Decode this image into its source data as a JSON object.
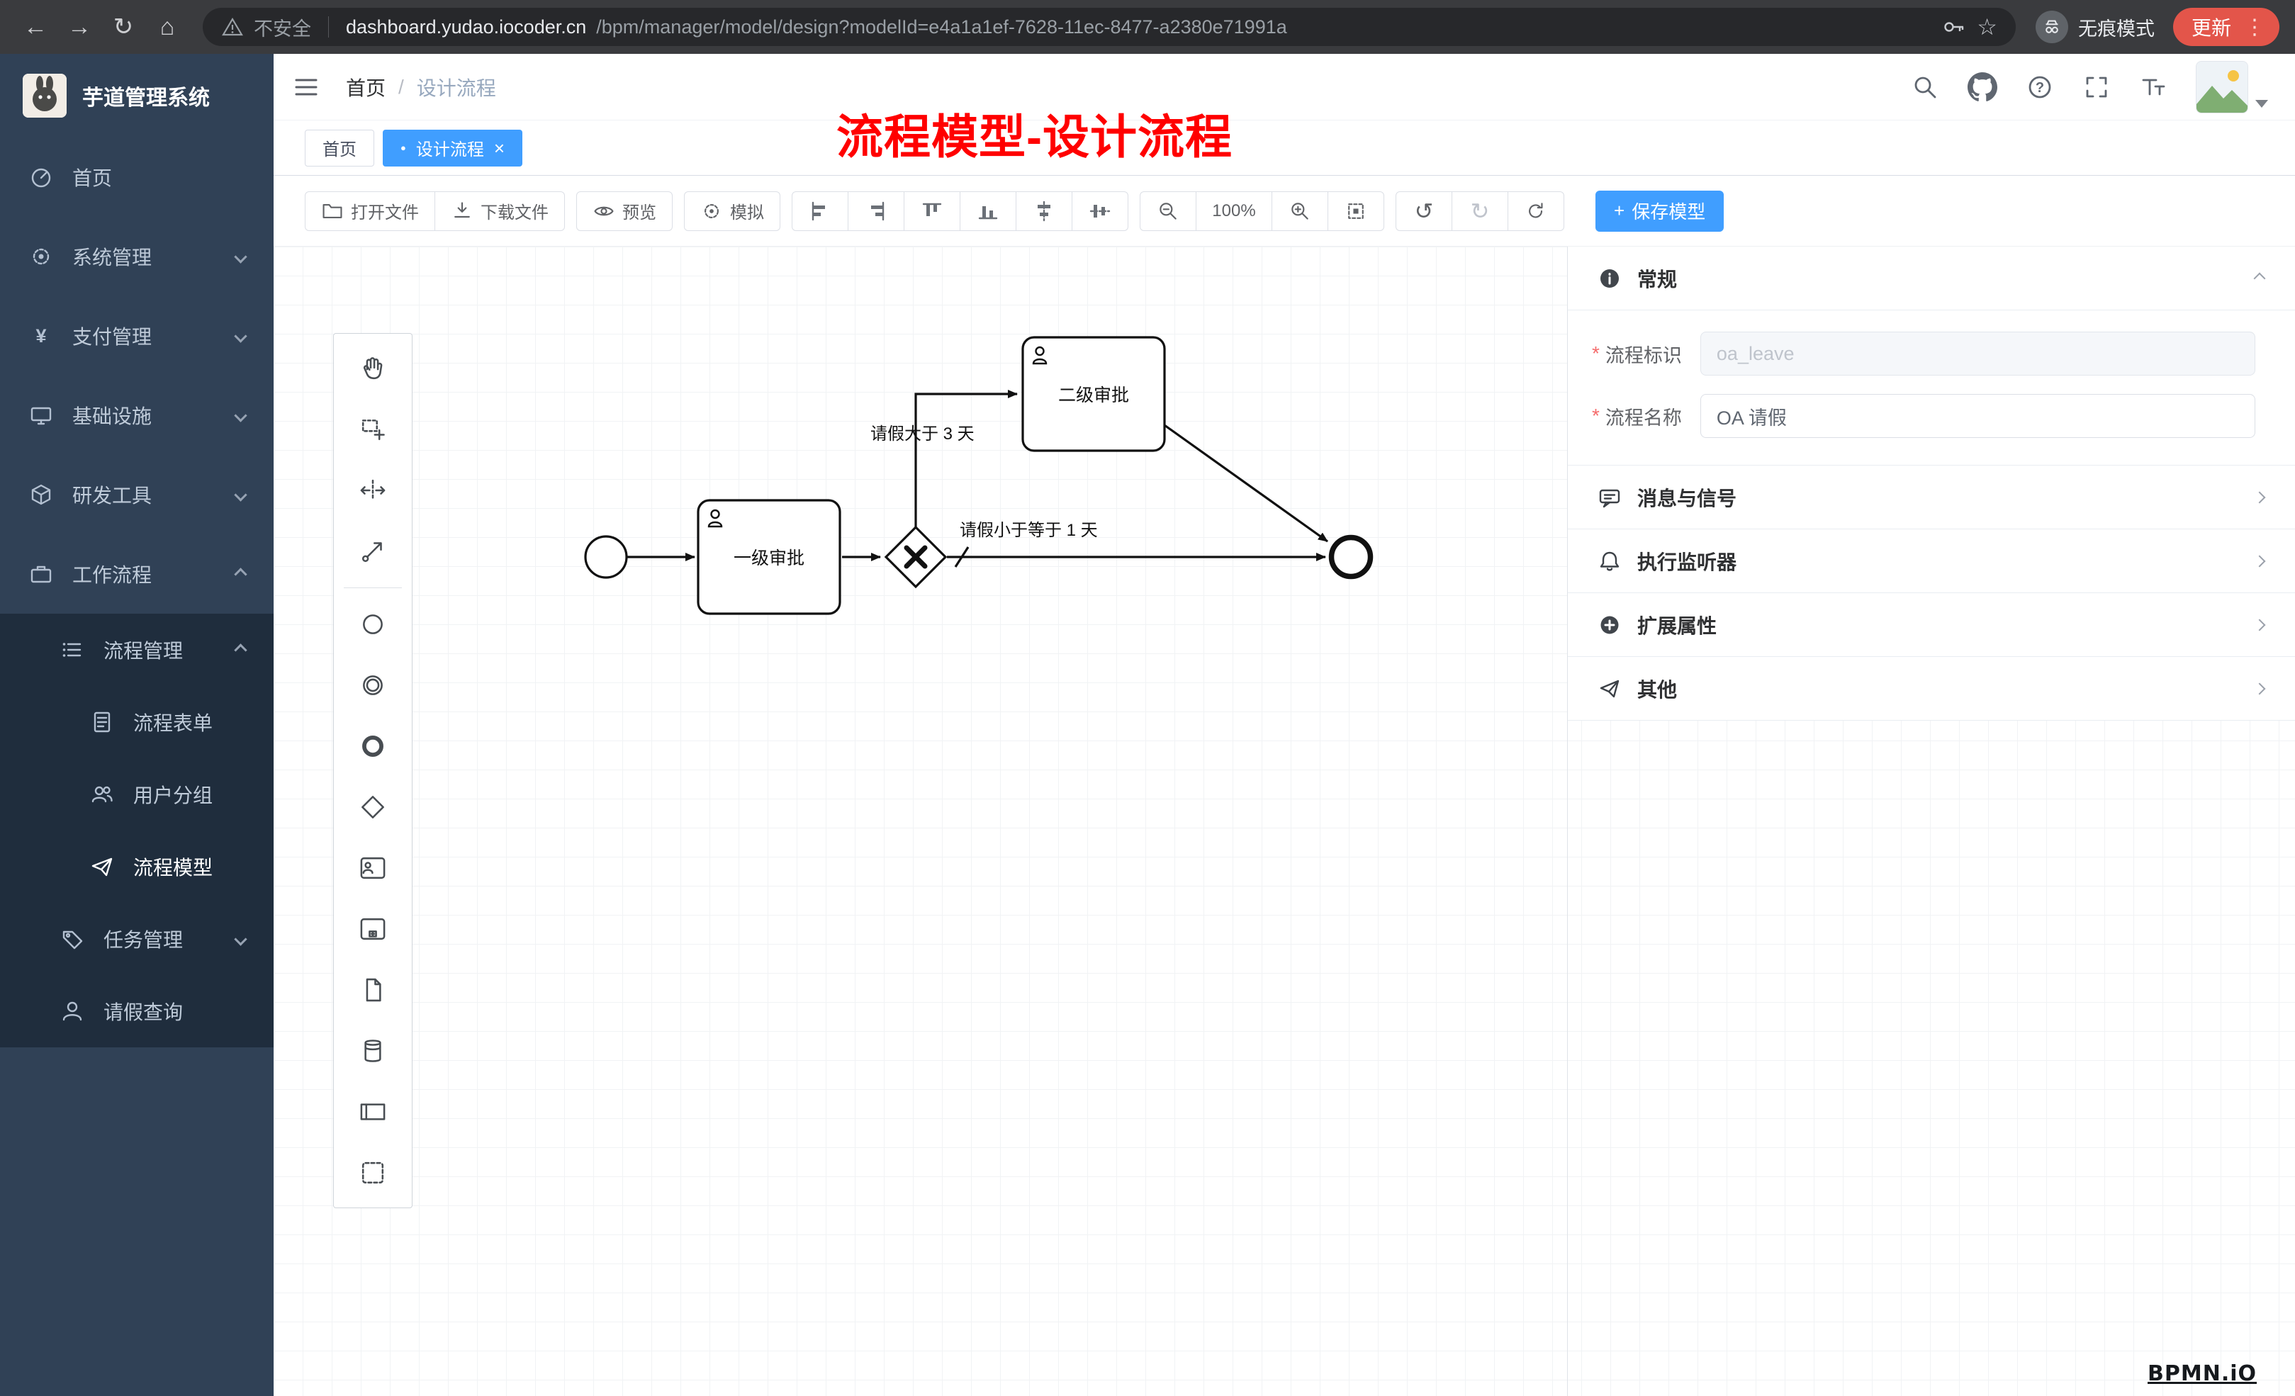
{
  "browser": {
    "security_label": "不安全",
    "url_host": "dashboard.yudao.iocoder.cn",
    "url_path": "/bpm/manager/model/design?modelId=e4a1a1ef-7628-11ec-8477-a2380e71991a",
    "incognito_label": "无痕模式",
    "update_label": "更新"
  },
  "icons": {
    "back": "←",
    "forward": "→",
    "reload": "↻",
    "home": "⌂",
    "star": "☆",
    "kebab": "⋮",
    "undo": "↺",
    "redo": "↻",
    "dot": "●",
    "plus": "+"
  },
  "colors": {
    "primary": "#409eff",
    "annotation_red": "#ff0000",
    "update_red": "#e3554a",
    "sidebar_bg": "#304156",
    "submenu_bg": "#1f2d3d"
  },
  "sidebar": {
    "app_title": "芋道管理系统",
    "items": [
      {
        "label": "首页"
      },
      {
        "label": "系统管理",
        "chevron": "down"
      },
      {
        "label": "支付管理",
        "chevron": "down"
      },
      {
        "label": "基础设施",
        "chevron": "down"
      },
      {
        "label": "研发工具",
        "chevron": "down"
      },
      {
        "label": "工作流程",
        "chevron": "up"
      },
      {
        "label": "流程管理",
        "chevron": "up"
      },
      {
        "label": "流程表单"
      },
      {
        "label": "用户分组"
      },
      {
        "label": "流程模型",
        "active": true
      },
      {
        "label": "任务管理",
        "chevron": "down"
      },
      {
        "label": "请假查询"
      }
    ]
  },
  "header": {
    "breadcrumb_home": "首页",
    "breadcrumb_sep": "/",
    "breadcrumb_current": "设计流程",
    "annotation": "流程模型-设计流程"
  },
  "tabs": {
    "tab1": "首页",
    "tab2": "设计流程",
    "close": "×"
  },
  "toolbar": {
    "open": "打开文件",
    "download": "下载文件",
    "preview": "预览",
    "simulate": "模拟",
    "zoom": "100%",
    "save": "保存模型"
  },
  "panel": {
    "required_mark": "*",
    "general": {
      "title": "常规",
      "field1": {
        "label": "流程标识",
        "value": "oa_leave"
      },
      "field2": {
        "label": "流程名称",
        "value": "OA 请假"
      }
    },
    "sections": [
      {
        "title": "消息与信号"
      },
      {
        "title": "执行监听器"
      },
      {
        "title": "扩展属性"
      },
      {
        "title": "其他"
      }
    ]
  },
  "diagram": {
    "task1": "一级审批",
    "task2": "二级审批",
    "flow_gt": "请假大于 3 天",
    "flow_le": "请假小于等于 1 天",
    "watermark": "BPMN.iO"
  }
}
